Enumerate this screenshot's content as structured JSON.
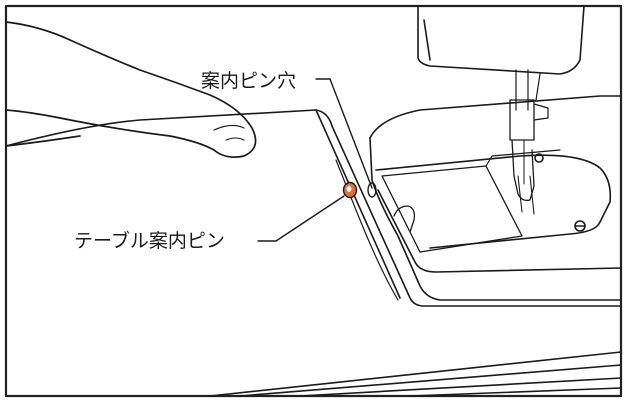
{
  "labels": {
    "guide_pin_hole": "案内ピン穴",
    "table_guide_pin": "テーブル案内ピン"
  },
  "colors": {
    "line": "#1a1a1a",
    "pin_accent": "#e0703a",
    "frame": "#222222",
    "background": "#ffffff"
  },
  "icons": {
    "hand": "hand-illustration",
    "machine": "sewing-machine-illustration",
    "table": "extension-table-illustration"
  }
}
